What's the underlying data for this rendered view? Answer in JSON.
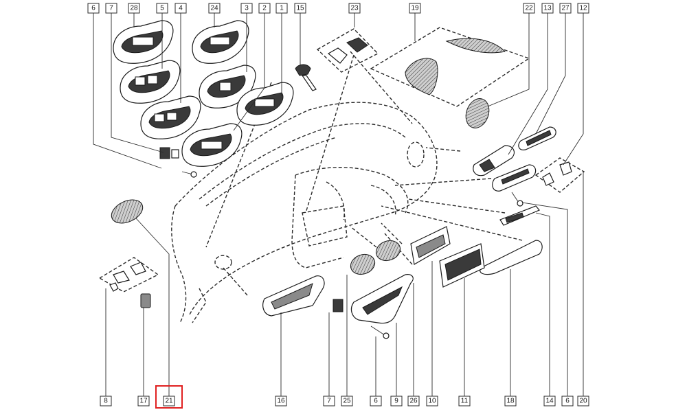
{
  "diagram": {
    "highlight_color": "#e02020",
    "top_callouts": [
      "6",
      "7",
      "28",
      "5",
      "4",
      "24",
      "3",
      "2",
      "1",
      "15",
      "23",
      "19",
      "22",
      "13",
      "27",
      "12"
    ],
    "bottom_callouts": [
      "8",
      "17",
      "21",
      "16",
      "7",
      "25",
      "6",
      "9",
      "26",
      "10",
      "11",
      "18",
      "14",
      "6",
      "20"
    ],
    "highlighted_callout": "21"
  }
}
